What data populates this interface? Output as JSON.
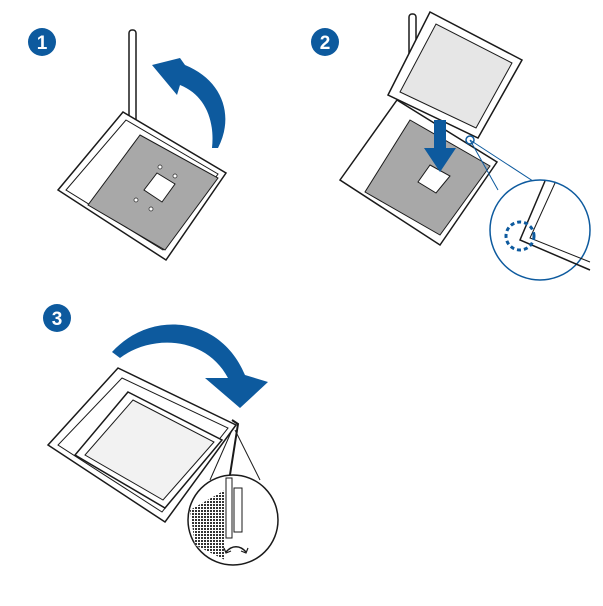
{
  "steps": [
    {
      "number": "1"
    },
    {
      "number": "2"
    },
    {
      "number": "3"
    }
  ],
  "colors": {
    "accent": "#0d5a9e",
    "pin_area": "#a8a8a8",
    "line": "#1a1a1a"
  }
}
